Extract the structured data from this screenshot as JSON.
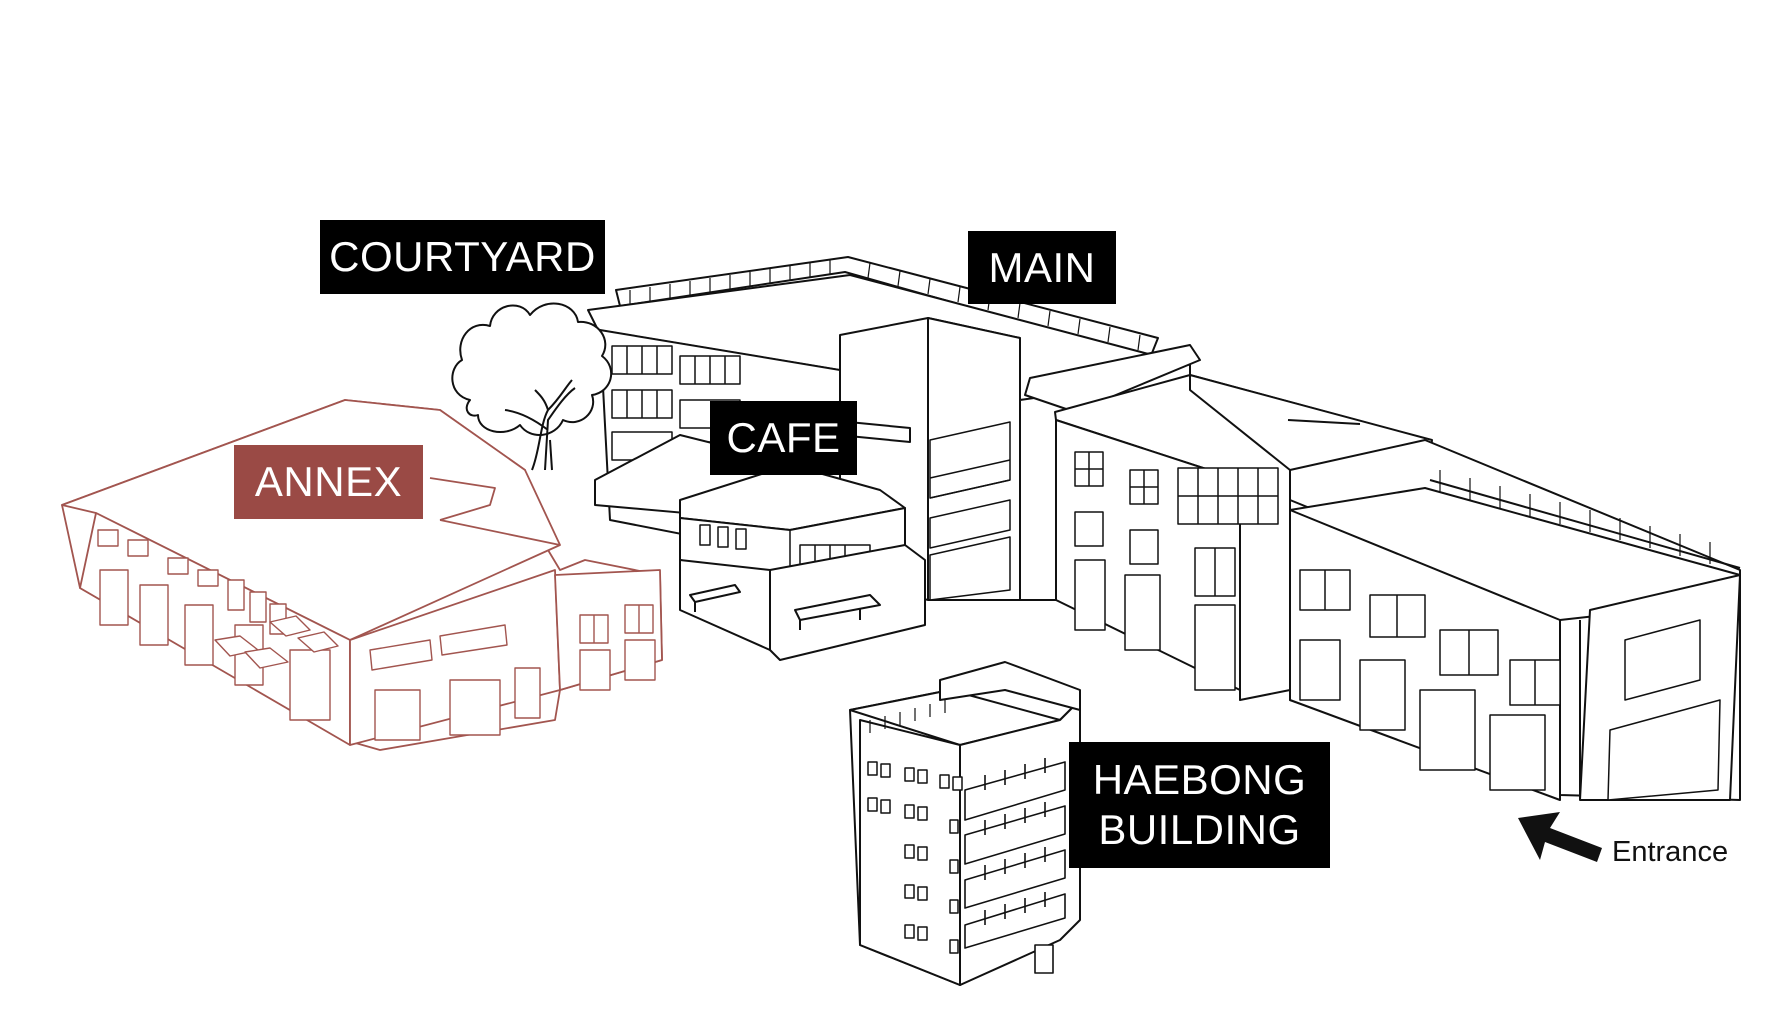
{
  "map": {
    "labels": {
      "courtyard": "COURTYARD",
      "main": "MAIN",
      "cafe": "CAFE",
      "annex": "ANNEX",
      "haebong_line1": "HAEBONG",
      "haebong_line2": "BUILDING"
    },
    "entrance": "Entrance",
    "colors": {
      "label_background": "#000000",
      "annex_label_background": "#9a4a45",
      "annex_outline": "#a2554f",
      "building_outline": "#111111",
      "label_text": "#ffffff"
    },
    "icons": [
      "tree-icon",
      "entrance-arrow-icon"
    ]
  }
}
